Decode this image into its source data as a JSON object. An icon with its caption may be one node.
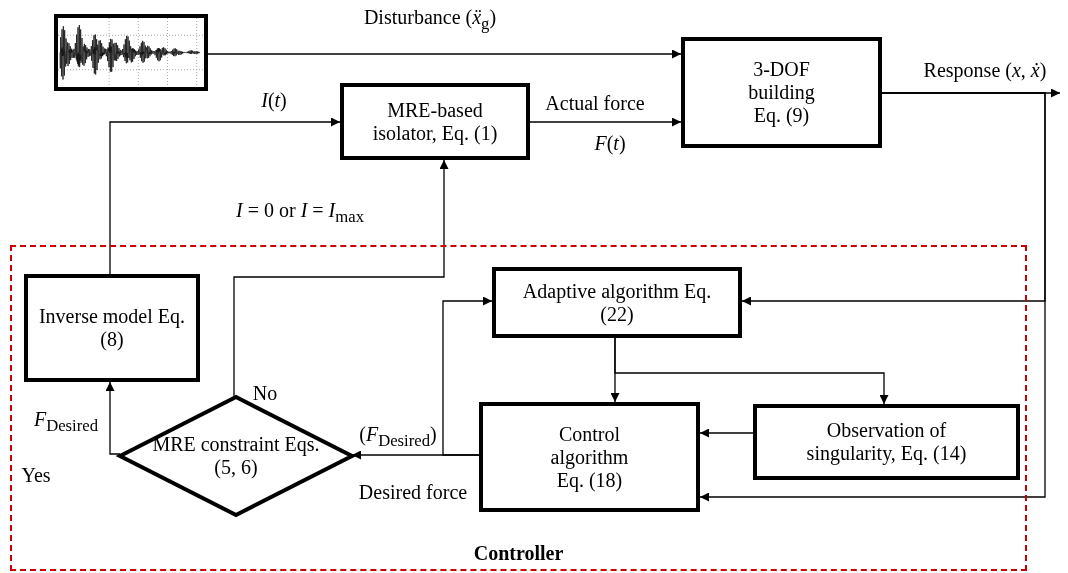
{
  "diagram": {
    "nodes": [
      {
        "text": [
          "Controller"
        ]
      },
      {
        "text": [],
        "shape": "picture"
      },
      {
        "text": [
          "MRE-based isolator, Eq. (1)"
        ]
      },
      {
        "text": [
          "3-DOF building Eq. (9)"
        ]
      },
      {
        "text": [
          "Inverse model Eq. (8)"
        ],
        "in": 0
      },
      {
        "text": [
          "Adaptive algorithm Eq. (22)"
        ],
        "in": 0
      },
      {
        "text": [
          "MRE constraint Eqs. (5, 6)"
        ],
        "in": 0
      },
      {
        "text": [
          "Control algorithm Eq. (18)"
        ],
        "in": 0
      },
      {
        "text": [
          "Observation of singularity, Eq. (14)"
        ],
        "in": 0
      }
    ],
    "edges": [
      {
        "from": 1,
        "to": 3,
        "arrow": "to",
        "label": "Disturbance (*ẍ*$_{g}$)"
      },
      {
        "from": 2,
        "to": 3,
        "arrow": "to",
        "label": "Actual force"
      },
      {
        "from": 4,
        "to": 2,
        "arrow": "to",
        "label": "*I*(*t*)"
      },
      {
        "from": 6,
        "to": 2,
        "arrow": "to",
        "label": "*I* = 0 or *I* = *I*$_{max}$"
      },
      {
        "from": 6,
        "to": 4,
        "arrow": "to",
        "label": "*F*$_{Desired}$"
      },
      {
        "from": 7,
        "to": 6,
        "arrow": "to",
        "label": "Desired force"
      },
      {
        "from": 7,
        "to": 5,
        "arrow": "to"
      },
      {
        "from": 3,
        "to": null,
        "arrow": "to",
        "label": "Response (*x*, *ẋ*)"
      },
      {
        "from": 3,
        "to": 5,
        "arrow": "to"
      },
      {
        "from": 3,
        "to": 7,
        "arrow": "to"
      },
      {
        "from": 5,
        "to": 7,
        "arrow": "to"
      },
      {
        "from": 5,
        "to": 8,
        "arrow": "to"
      },
      {
        "from": 8,
        "to": 7,
        "arrow": "to"
      }
    ],
    "labels": [
      "*F*(*t*)",
      "No",
      "(*F*$_{Desired}$)",
      "Yes"
    ]
  }
}
